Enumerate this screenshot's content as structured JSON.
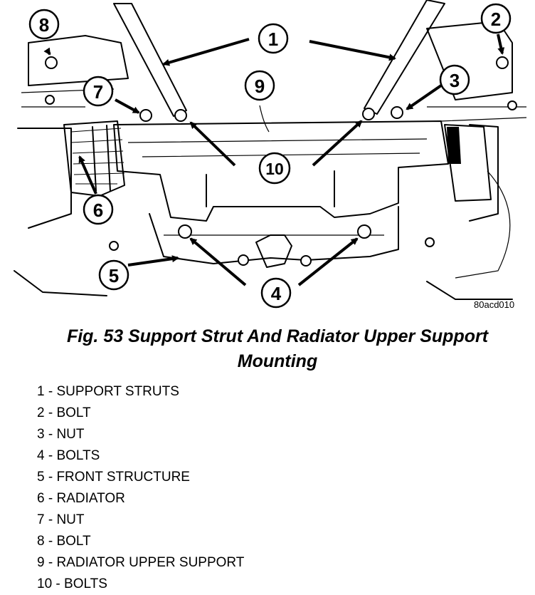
{
  "figure": {
    "reference_code": "80acd010",
    "callouts": [
      "1",
      "2",
      "3",
      "4",
      "5",
      "6",
      "7",
      "8",
      "9",
      "10"
    ]
  },
  "caption": {
    "line1": "Fig. 53 Support Strut And Radiator Upper Support",
    "line2": "Mounting"
  },
  "legend": [
    "1 - SUPPORT STRUTS",
    "2 - BOLT",
    "3 - NUT",
    "4 - BOLTS",
    "5 - FRONT STRUCTURE",
    "6 - RADIATOR",
    "7 - NUT",
    "8 - BOLT",
    "9 - RADIATOR UPPER SUPPORT",
    "10 - BOLTS"
  ]
}
